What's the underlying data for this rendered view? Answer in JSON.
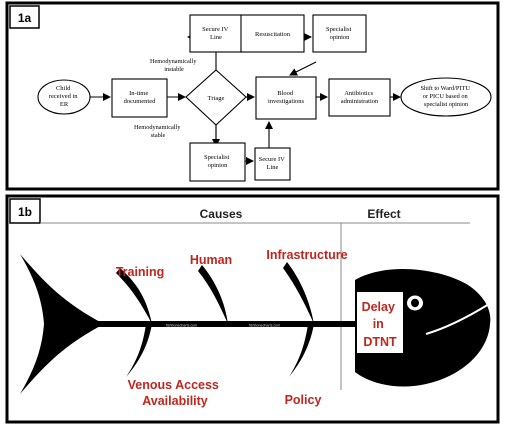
{
  "panel_a": {
    "tag": "1a",
    "nodes": {
      "child": [
        "Child",
        "received in",
        "ER"
      ],
      "intime": [
        "In-time",
        "documented"
      ],
      "triage": [
        "Triage"
      ],
      "iv_top": [
        "Secure IV",
        "Line"
      ],
      "resus": [
        "Resuscitation"
      ],
      "spec_top": [
        "Specialist",
        "opinion"
      ],
      "blood": [
        "Blood",
        "investigations"
      ],
      "antibiotics": [
        "Antibiotics",
        "administration"
      ],
      "shift": [
        "Shift to Ward/PITU",
        "or PICU based on",
        "specialist opinion"
      ],
      "spec_bottom": [
        "Specialist",
        "opinion"
      ],
      "iv_bottom": [
        "Secure IV",
        "Line"
      ]
    },
    "labels": {
      "unstable": [
        "Hemodynamically",
        "instable"
      ],
      "stable": [
        "Hemodynamically",
        "stable"
      ]
    }
  },
  "panel_b": {
    "tag": "1b",
    "header_causes": "Causes",
    "header_effect": "Effect",
    "causes_top": [
      "Training",
      "Human",
      "Infrastructure"
    ],
    "causes_bottom": [
      [
        "Venous Access",
        "Availability"
      ],
      [
        "Policy"
      ]
    ],
    "effect": [
      "Delay",
      "in",
      "DTNT"
    ],
    "watermark": "fishbonecharts.com",
    "colors": {
      "cause_text": "#c0261e",
      "effect_text": "#c0261e",
      "fish": "#000000"
    }
  }
}
